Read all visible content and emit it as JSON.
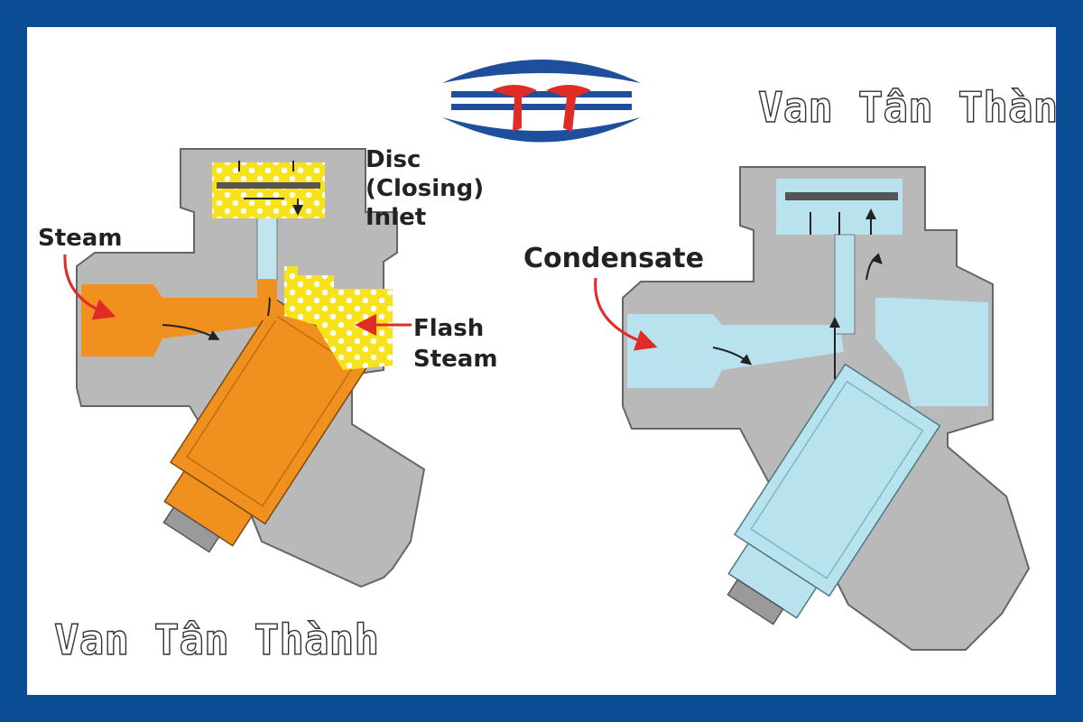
{
  "brand": {
    "watermark_top": "Van Tân Thành",
    "watermark_bottom": "Van Tân Thành",
    "logo_colors": {
      "blue": "#1f4f9c",
      "red": "#e02b27"
    }
  },
  "left_diagram": {
    "labels": {
      "steam": "Steam",
      "disc_line1": "Disc",
      "disc_line2": "(Closing)",
      "disc_line3": "Inlet",
      "flash_line1": "Flash",
      "flash_line2": "Steam"
    },
    "colors": {
      "body": "#b9b9b9",
      "steam": "#f0901e",
      "flash": "#f7e21c",
      "water": "#bfe6ee"
    }
  },
  "right_diagram": {
    "labels": {
      "condensate": "Condensate"
    },
    "colors": {
      "body": "#b9b9b9",
      "condensate": "#b8e3ee"
    }
  },
  "arrow_color": "#e02b27"
}
